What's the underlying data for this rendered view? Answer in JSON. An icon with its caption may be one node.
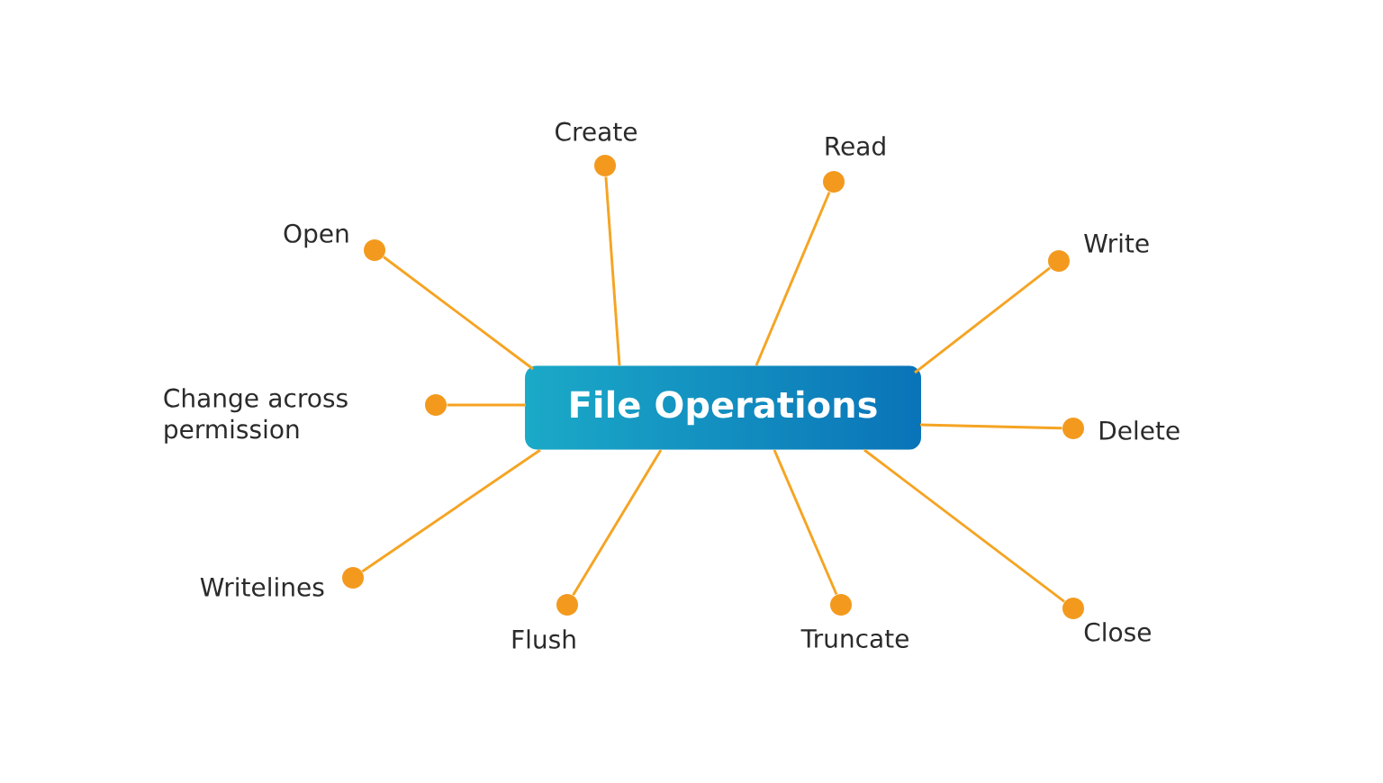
{
  "diagram": {
    "nodes": [
      {
        "text": [
          "File Operations"
        ]
      },
      {
        "text": [],
        "shape": "circle",
        "beside": [
          "Create"
        ]
      },
      {
        "text": [],
        "shape": "circle",
        "beside": [
          "Read"
        ]
      },
      {
        "text": [],
        "shape": "circle",
        "beside": [
          "Open"
        ]
      },
      {
        "text": [],
        "shape": "circle",
        "beside": [
          "Write"
        ]
      },
      {
        "text": [],
        "shape": "circle",
        "beside": [
          "Change across permission"
        ]
      },
      {
        "text": [],
        "shape": "circle",
        "beside": [
          "Delete"
        ]
      },
      {
        "text": [],
        "shape": "circle",
        "beside": [
          "Writelines"
        ]
      },
      {
        "text": [],
        "shape": "circle",
        "beside": [
          "Flush"
        ]
      },
      {
        "text": [],
        "shape": "circle",
        "beside": [
          "Truncate"
        ]
      },
      {
        "text": [],
        "shape": "circle",
        "beside": [
          "Close"
        ]
      }
    ],
    "edges": [
      {
        "from": 0,
        "to": 1,
        "arrow": "none"
      },
      {
        "from": 0,
        "to": 2,
        "arrow": "none"
      },
      {
        "from": 0,
        "to": 3,
        "arrow": "none"
      },
      {
        "from": 0,
        "to": 4,
        "arrow": "none"
      },
      {
        "from": 0,
        "to": 5,
        "arrow": "none"
      },
      {
        "from": 0,
        "to": 6,
        "arrow": "none"
      },
      {
        "from": 0,
        "to": 7,
        "arrow": "none"
      },
      {
        "from": 0,
        "to": 8,
        "arrow": "none"
      },
      {
        "from": 0,
        "to": 9,
        "arrow": "none"
      },
      {
        "from": 0,
        "to": 10,
        "arrow": "none"
      }
    ]
  }
}
